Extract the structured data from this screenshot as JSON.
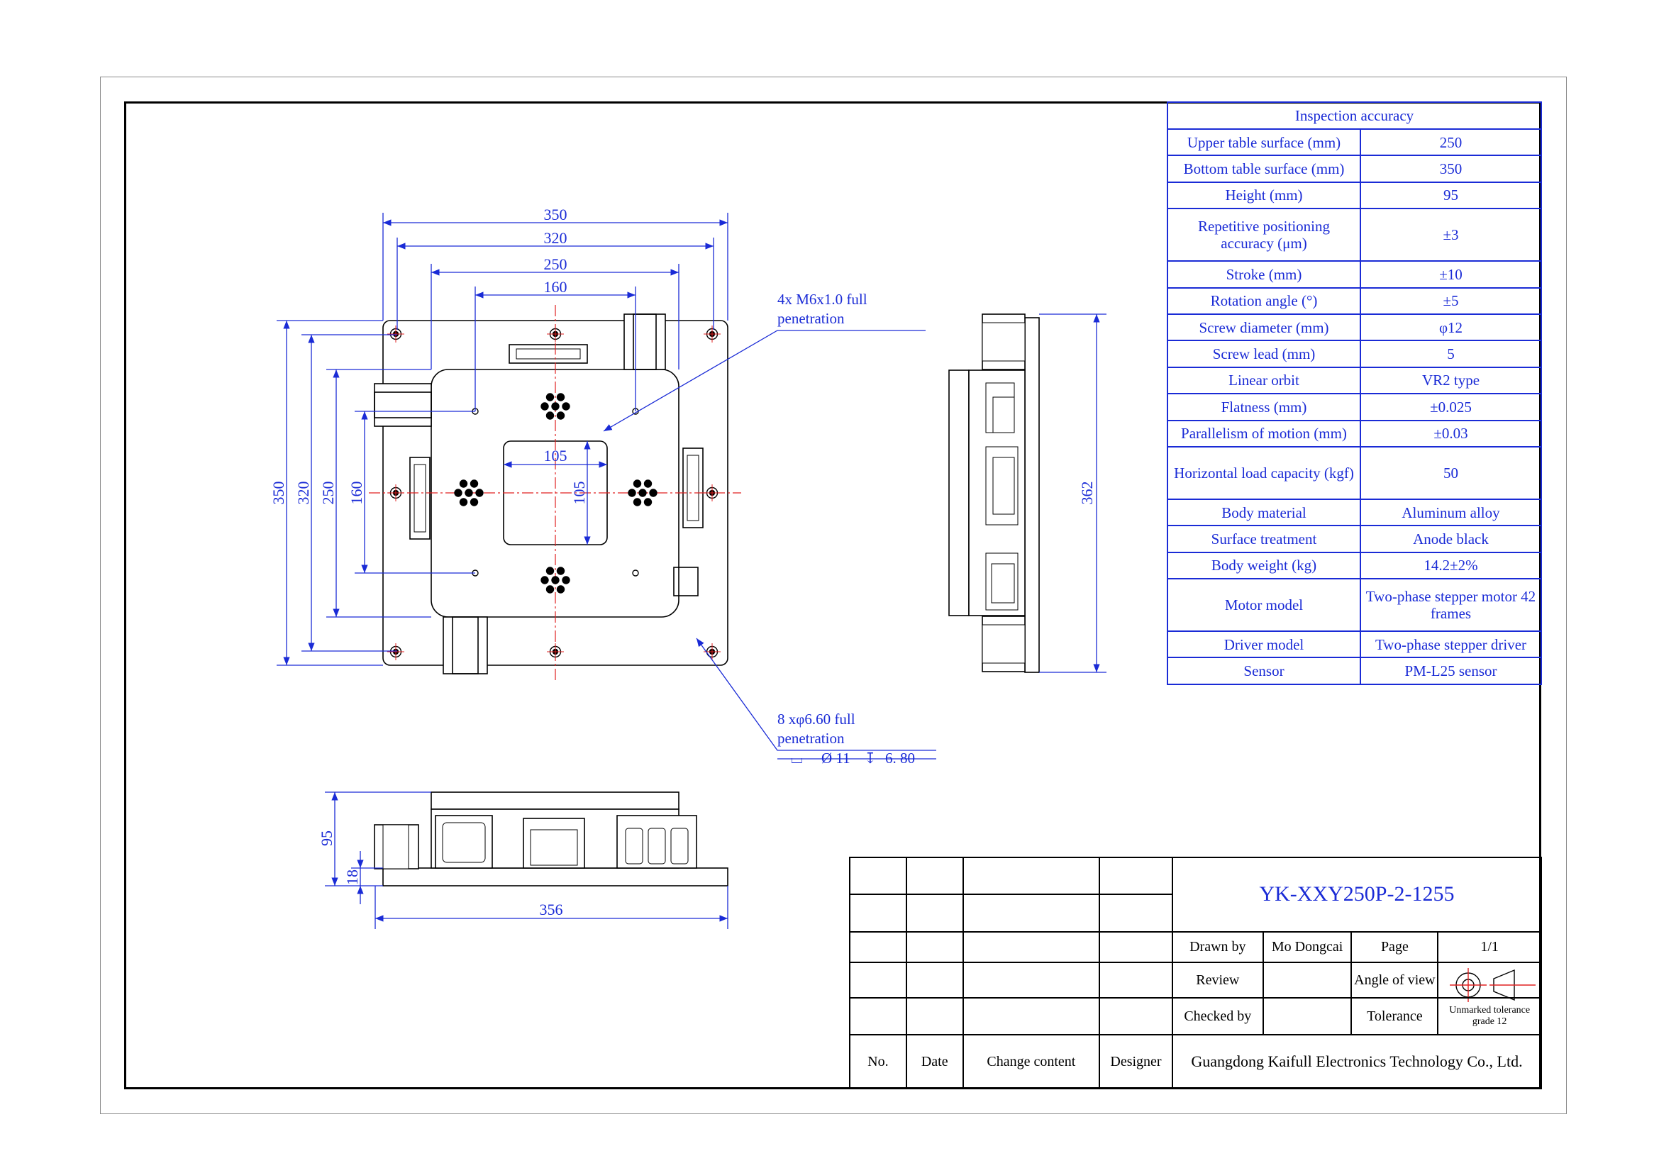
{
  "views": {
    "top": {
      "dims_horizontal": [
        "350",
        "320",
        "250",
        "160"
      ],
      "dims_vertical": [
        "350",
        "320",
        "250",
        "160"
      ],
      "window_width": "105",
      "window_height": "105",
      "note_tapped": [
        "4x M6x1.0 full",
        "penetration"
      ],
      "note_through": [
        "8 xφ6.60 full",
        "penetration"
      ],
      "counterbore_symbol": "⌴",
      "counterbore_dia": "Ø 11",
      "counterbore_depth_symbol": "↧",
      "counterbore_depth": "6. 80"
    },
    "side": {
      "height": "362"
    },
    "front": {
      "height": "95",
      "base": "18",
      "width": "356"
    }
  },
  "spec_table": {
    "title": "Inspection accuracy",
    "rows": [
      {
        "label": "Upper table surface (mm)",
        "value": "250"
      },
      {
        "label": "Bottom table surface (mm)",
        "value": "350"
      },
      {
        "label": "Height (mm)",
        "value": "95"
      },
      {
        "label": "Repetitive positioning accuracy (μm)",
        "value": "±3"
      },
      {
        "label": "Stroke (mm)",
        "value": "±10"
      },
      {
        "label": "Rotation angle (°)",
        "value": "±5"
      },
      {
        "label": "Screw diameter (mm)",
        "value": "φ12"
      },
      {
        "label": "Screw lead (mm)",
        "value": "5"
      },
      {
        "label": "Linear orbit",
        "value": "VR2 type"
      },
      {
        "label": "Flatness (mm)",
        "value": "±0.025"
      },
      {
        "label": "Parallelism of motion (mm)",
        "value": "±0.03"
      },
      {
        "label": "Horizontal load capacity (kgf)",
        "value": "50"
      },
      {
        "label": "Body material",
        "value": "Aluminum alloy"
      },
      {
        "label": "Surface treatment",
        "value": "Anode black"
      },
      {
        "label": "Body weight (kg)",
        "value": "14.2±2%"
      },
      {
        "label": "Motor model",
        "value": "Two-phase stepper motor 42 frames"
      },
      {
        "label": "Driver model",
        "value": "Two-phase stepper driver"
      },
      {
        "label": "Sensor",
        "value": "PM-L25 sensor"
      }
    ]
  },
  "title_block": {
    "part_number": "YK-XXY250P-2-1255",
    "drawn_by_label": "Drawn by",
    "drawn_by": "Mo Dongcai",
    "page_label": "Page",
    "page": "1/1",
    "review_label": "Review",
    "angle_label": "Angle of view",
    "checked_label": "Checked by",
    "tolerance_label": "Tolerance",
    "tolerance": "Unmarked tolerance grade 12",
    "col_no": "No.",
    "col_date": "Date",
    "col_change": "Change content",
    "col_designer": "Designer",
    "company": "Guangdong Kaifull Electronics Technology Co., Ltd."
  },
  "colors": {
    "dimension": "#1a2bd6",
    "centerline": "#e02020",
    "line": "#000000",
    "frame": "#8a8a8a"
  }
}
